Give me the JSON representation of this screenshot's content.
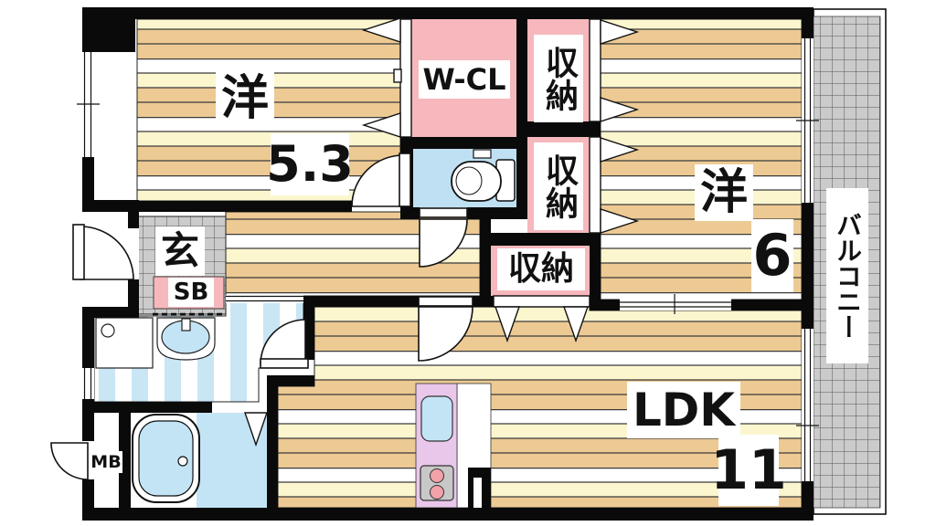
{
  "plan_type": "apartment-floor-plan",
  "rooms": {
    "bedroom1": {
      "label": "洋",
      "size": "5.3"
    },
    "bedroom2": {
      "label": "洋",
      "size": "6"
    },
    "ldk": {
      "label": "LDK",
      "size": "11"
    },
    "walk_in_closet": {
      "label": "W-CL"
    },
    "storage_top": {
      "label": "収納"
    },
    "storage_middle": {
      "label": "収納"
    },
    "storage_lower": {
      "label": "収納"
    },
    "entrance": {
      "label": "玄"
    },
    "shoe_box": {
      "label": "SB"
    },
    "meter_box": {
      "label": "MB"
    },
    "balcony": {
      "label": "バルコニー"
    }
  },
  "colors": {
    "wall": "#0a0a0a",
    "floor_tan": "#EDCA93",
    "floor_cream": "#FCF6CE",
    "floor_line": "#3a3a3a",
    "closet_pink": "#F6B8BC",
    "toilet_blue": "#BFE0F2",
    "bath_blue": "#C3E4F5",
    "wash_stripe_blue": "#C9E6F5",
    "kitchen_purple": "#E9C7EA",
    "tile_gray": "#CBCBCB",
    "stove_gray": "#C8C8C8",
    "burner_pink": "#F2A2A8"
  }
}
